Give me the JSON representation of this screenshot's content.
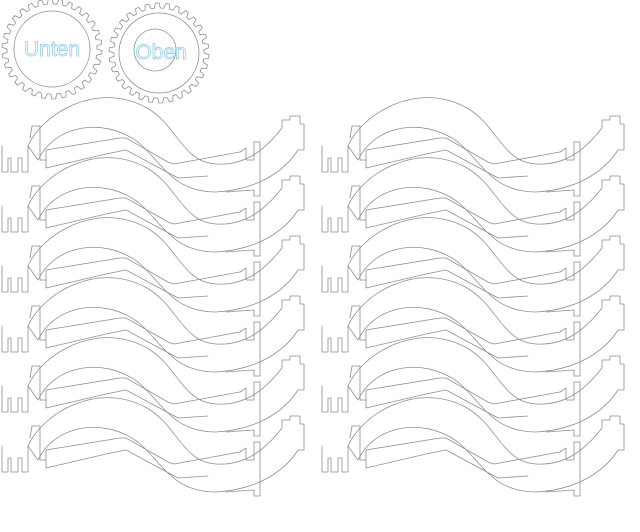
{
  "gears": [
    {
      "label": "Unten"
    },
    {
      "label": "Oben"
    }
  ],
  "grid": {
    "rows": 6,
    "columns": 2
  },
  "colors": {
    "outline": "#8f8f8f",
    "label": "#9fd3ee",
    "background": "#ffffff"
  }
}
